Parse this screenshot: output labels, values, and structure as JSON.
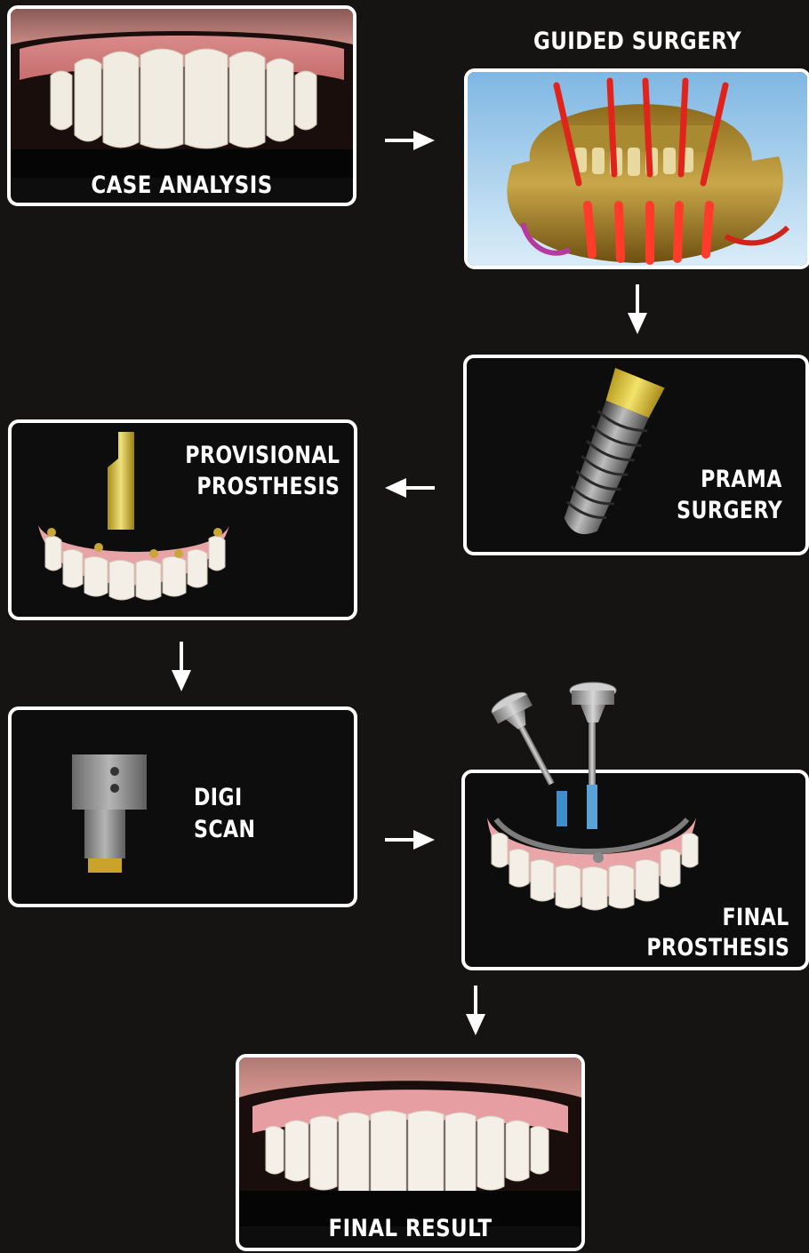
{
  "steps": {
    "case_analysis": "CASE ANALYSIS",
    "guided_surgery": "GUIDED SURGERY",
    "prama_surgery": [
      "PRAMA",
      "SURGERY"
    ],
    "provisional_prosthesis": [
      "PROVISIONAL",
      "PROSTHESIS"
    ],
    "digi_scan": [
      "DIGI",
      "SCAN"
    ],
    "final_prosthesis": [
      "FINAL",
      "PROSTHESIS"
    ],
    "final_result": "FINAL RESULT"
  },
  "colors": {
    "background": "#161412",
    "border": "#ffffff",
    "text": "#ffffff",
    "arrow": "#ffffff"
  },
  "icons": {
    "flow_arrow": "arrow-icon",
    "case_photo": "smile-photo",
    "ct_scan": "3d-ct-scan-image",
    "implant": "dental-implant-image",
    "provisional": "provisional-denture-image",
    "scan_body": "scan-body-image",
    "final_prosthesis": "final-bridge-image",
    "final_smile": "final-smile-photo"
  }
}
